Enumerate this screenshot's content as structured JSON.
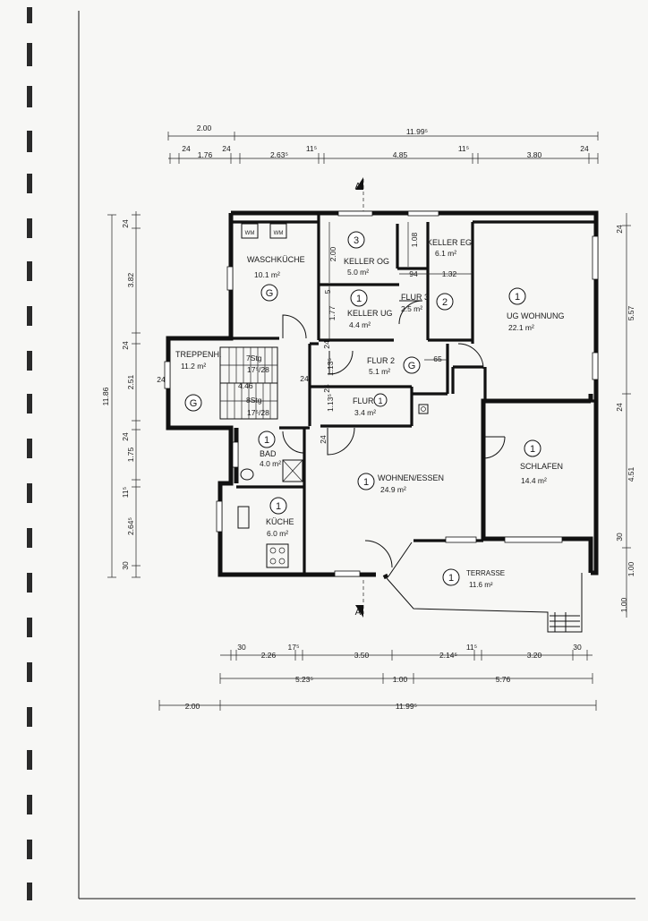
{
  "rooms": [
    {
      "id": "waschkueche",
      "name": "WASCHKÜCHE",
      "area": "10.1 m²",
      "code": "G"
    },
    {
      "id": "keller-og",
      "name": "KELLER OG",
      "area": "5.0 m²",
      "code": "3"
    },
    {
      "id": "keller-eg",
      "name": "KELLER EG",
      "area": "6.1 m²",
      "code": "2"
    },
    {
      "id": "keller-ug",
      "name": "KELLER UG",
      "area": "4.4 m²",
      "code": "1"
    },
    {
      "id": "flur3",
      "name": "FLUR 3",
      "area": "2.5 m²"
    },
    {
      "id": "ug-wohnung",
      "name": "UG WOHNUNG",
      "area": "22.1 m²",
      "code": "1"
    },
    {
      "id": "treppenhaus",
      "name": "TREPPENH.",
      "area": "11.2 m²",
      "code": "G"
    },
    {
      "id": "flur2",
      "name": "FLUR 2",
      "area": "5.1 m²",
      "code": "G"
    },
    {
      "id": "flur1",
      "name": "FLUR 1",
      "area": "3.4 m²",
      "code": "1"
    },
    {
      "id": "bad",
      "name": "BAD",
      "area": "4.0 m²",
      "code": "1"
    },
    {
      "id": "wohnen",
      "name": "WOHNEN/ESSEN",
      "area": "24.9 m²",
      "code": "1"
    },
    {
      "id": "schlafen",
      "name": "SCHLAFEN",
      "area": "14.4 m²",
      "code": "1"
    },
    {
      "id": "kueche",
      "name": "KÜCHE",
      "area": "6.0 m²",
      "code": "1"
    },
    {
      "id": "terrasse",
      "name": "TERRASSE",
      "area": "11.6 m²",
      "code": "1"
    }
  ],
  "wm_label": "WM",
  "stairs": {
    "upper": "7Stg",
    "upper_rise": "17⁵/28",
    "lower": "8Stg",
    "lower_rise": "17⁵/28",
    "flight": "4.46"
  },
  "section_marker": "A",
  "dims_top_row1": [
    "2.00",
    "11.99⁵"
  ],
  "dims_top_row2": [
    "24",
    "1.76",
    "24",
    "2.63⁵",
    "11⁵",
    "4.85",
    "11⁵",
    "3.80",
    "24"
  ],
  "dims_left_outer": "11.86",
  "dims_left_inner": [
    "24",
    "3.82",
    "24",
    "2.51",
    "24",
    "1.75",
    "11⁵",
    "2.64⁵",
    "30"
  ],
  "dims_bottom_row1": [
    "30",
    "2.26",
    "17⁵",
    "3.50",
    "2.14⁵",
    "11⁵",
    "3.20",
    "30"
  ],
  "dims_bottom_row2": [
    "5.23⁵",
    "1.00",
    "5.76"
  ],
  "dims_bottom_row3": [
    "2.00",
    "11.99⁵"
  ],
  "dims_inner": {
    "keller_og_h": "2.00",
    "keller_eg_h": "1.08",
    "keller_eg_w": "1.32",
    "door_94": "94",
    "keller_ug_h": "1.77",
    "wall_5": "5",
    "flur2_h": "1.13⁵",
    "flur2_65": "65",
    "flur1_h": "1.13⁵",
    "w24a": "24",
    "w24b": "24",
    "w24c": "24",
    "w24d": "24",
    "treppen_24": "24"
  },
  "dims_right": [
    "24",
    "5.57",
    "24",
    "4.51",
    "30",
    "1.00",
    "1.00"
  ]
}
